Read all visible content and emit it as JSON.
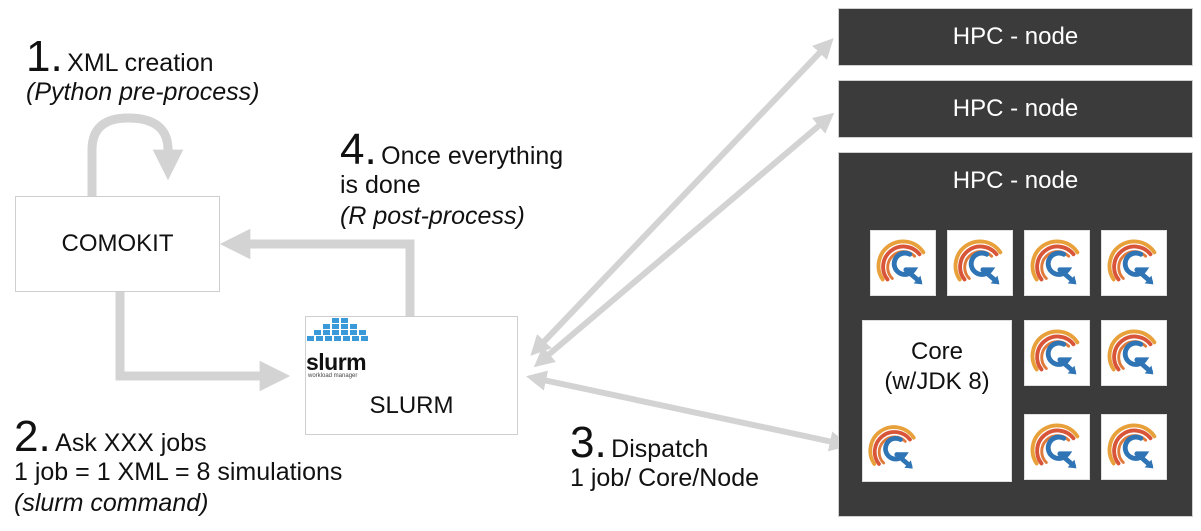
{
  "steps": {
    "s1": {
      "num": "1.",
      "title": "XML creation",
      "sub": "(Python pre-process)"
    },
    "s2": {
      "num": "2.",
      "title": "Ask XXX jobs",
      "line2": "1 job = 1 XML = 8 simulations",
      "sub": "(slurm command)"
    },
    "s3": {
      "num": "3.",
      "title": "Dispatch",
      "line2": "1 job/ Core/Node"
    },
    "s4": {
      "num": "4.",
      "title": "Once everything",
      "line2": "is done",
      "sub": "(R post-process)"
    }
  },
  "comokit": {
    "label": "COMOKIT"
  },
  "slurm": {
    "label": "SLURM",
    "logo_text": "slurm",
    "logo_sub": "workload manager",
    "logo_color": "#3a9ad9"
  },
  "nodes": [
    {
      "label": "HPC - node"
    },
    {
      "label": "HPC - node"
    },
    {
      "label": "HPC - node"
    }
  ],
  "core": {
    "line1": "Core",
    "line2": "(w/JDK 8)"
  },
  "icons": {
    "gama": "gama-logo-icon"
  },
  "colors": {
    "node_bg": "#3b3b3b",
    "arrow": "#d3d3d3",
    "gama_orange": "#e8a13a",
    "gama_red": "#d9553a",
    "gama_blue": "#2f74b5"
  }
}
